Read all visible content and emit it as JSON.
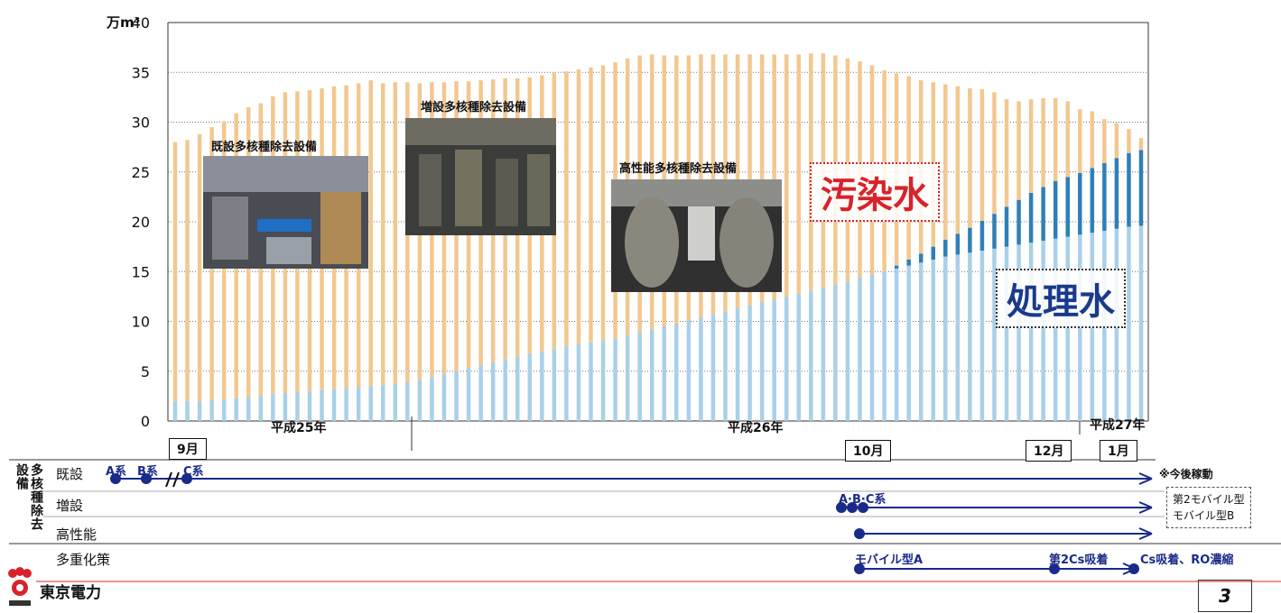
{
  "colors": {
    "contaminated": "#f2c890",
    "treated": "#a9d0e8",
    "treated_dark": "#2f7fb8",
    "accent_red": "#d8232a",
    "arrow_blue": "#1a2a8a"
  },
  "chart_data": {
    "type": "bar",
    "unit": "万m³",
    "ylim": [
      0,
      40
    ],
    "yticks": [
      0,
      5,
      10,
      15,
      20,
      25,
      30,
      35,
      40
    ],
    "stacked": true,
    "series": [
      {
        "name": "処理水",
        "values": [
          2.0,
          2.0,
          2.0,
          2.1,
          2.2,
          2.3,
          2.4,
          2.5,
          2.7,
          2.8,
          2.9,
          3.0,
          3.1,
          3.2,
          3.3,
          3.4,
          3.5,
          3.6,
          3.7,
          3.9,
          4.1,
          4.4,
          4.7,
          5.0,
          5.3,
          5.6,
          5.9,
          6.2,
          6.5,
          6.8,
          7.0,
          7.2,
          7.5,
          7.7,
          7.9,
          8.1,
          8.3,
          8.6,
          8.9,
          9.2,
          9.5,
          9.8,
          10.1,
          10.4,
          10.7,
          11.0,
          11.3,
          11.6,
          11.9,
          12.2,
          12.5,
          12.8,
          13.1,
          13.4,
          13.7,
          14.0,
          14.4,
          14.7,
          15.0,
          15.3,
          15.6,
          15.9,
          16.2,
          16.5,
          16.7,
          16.9,
          17.1,
          17.3,
          17.5,
          17.7,
          17.9,
          18.1,
          18.3,
          18.5,
          18.7,
          18.9,
          19.1,
          19.3,
          19.5,
          19.6
        ]
      },
      {
        "name": "汚染水",
        "values": [
          26.0,
          26.2,
          26.8,
          27.4,
          27.9,
          28.6,
          29.1,
          29.4,
          29.9,
          30.2,
          30.2,
          30.2,
          30.3,
          30.4,
          30.4,
          30.5,
          30.7,
          30.3,
          30.3,
          30.1,
          29.8,
          29.6,
          29.3,
          29.1,
          28.8,
          28.6,
          28.4,
          28.2,
          27.9,
          27.7,
          27.7,
          27.8,
          27.6,
          27.6,
          27.6,
          27.6,
          27.7,
          27.8,
          27.8,
          27.6,
          27.2,
          26.9,
          26.6,
          26.4,
          26.1,
          25.8,
          25.5,
          25.2,
          24.9,
          24.6,
          24.3,
          24.0,
          23.8,
          23.5,
          23.0,
          22.4,
          21.7,
          21.0,
          20.2,
          19.3,
          18.4,
          17.4,
          16.5,
          15.6,
          14.8,
          14.0,
          13.2,
          12.2,
          10.8,
          9.9,
          9.4,
          8.9,
          8.3,
          7.6,
          6.4,
          5.7,
          4.4,
          3.5,
          2.4,
          1.2
        ]
      }
    ],
    "treated_dark_top": [
      0,
      0,
      0,
      0,
      0,
      0,
      0,
      0,
      0,
      0,
      0,
      0,
      0,
      0,
      0,
      0,
      0,
      0,
      0,
      0,
      0,
      0,
      0,
      0,
      0,
      0,
      0,
      0,
      0,
      0,
      0,
      0,
      0,
      0,
      0,
      0,
      0,
      0,
      0,
      0,
      0,
      0,
      0,
      0,
      0,
      0,
      0,
      0,
      0,
      0,
      0,
      0,
      0,
      0,
      0,
      0,
      0,
      0,
      0,
      0.3,
      0.6,
      0.9,
      1.3,
      1.7,
      2.1,
      2.5,
      3.0,
      3.5,
      4.0,
      4.5,
      5.0,
      5.4,
      5.8,
      6.0,
      6.2,
      6.5,
      6.8,
      7.1,
      7.4,
      7.6
    ],
    "bar_count": 80,
    "era_labels": [
      "平成25年",
      "平成26年",
      "平成27年"
    ],
    "month_labels": [
      "9月",
      "10月",
      "12月",
      "1月"
    ]
  },
  "annotations": {
    "contaminated_label": "汚染水",
    "treated_label": "処理水",
    "photos": [
      {
        "caption": "既設多核種除去設備"
      },
      {
        "caption": "増設多核種除去設備"
      },
      {
        "caption": "高性能多核種除去設備"
      }
    ]
  },
  "timeline": {
    "group_label": "多核種除去設備",
    "rows": [
      {
        "label": "既設",
        "marks": [
          "A系",
          "B系",
          "C系"
        ]
      },
      {
        "label": "増設",
        "marks": [
          "A·B·C系"
        ]
      },
      {
        "label": "高性能",
        "marks": []
      }
    ],
    "multi": {
      "label": "多重化策",
      "marks": [
        "モバイル型A",
        "第2Cs吸着",
        "Cs吸着、RO濃縮"
      ]
    },
    "note": {
      "title": "※今後稼動",
      "items": [
        "第2モバイル型",
        "モバイル型B"
      ]
    }
  },
  "footer": {
    "company": "東京電力",
    "page": "3"
  }
}
